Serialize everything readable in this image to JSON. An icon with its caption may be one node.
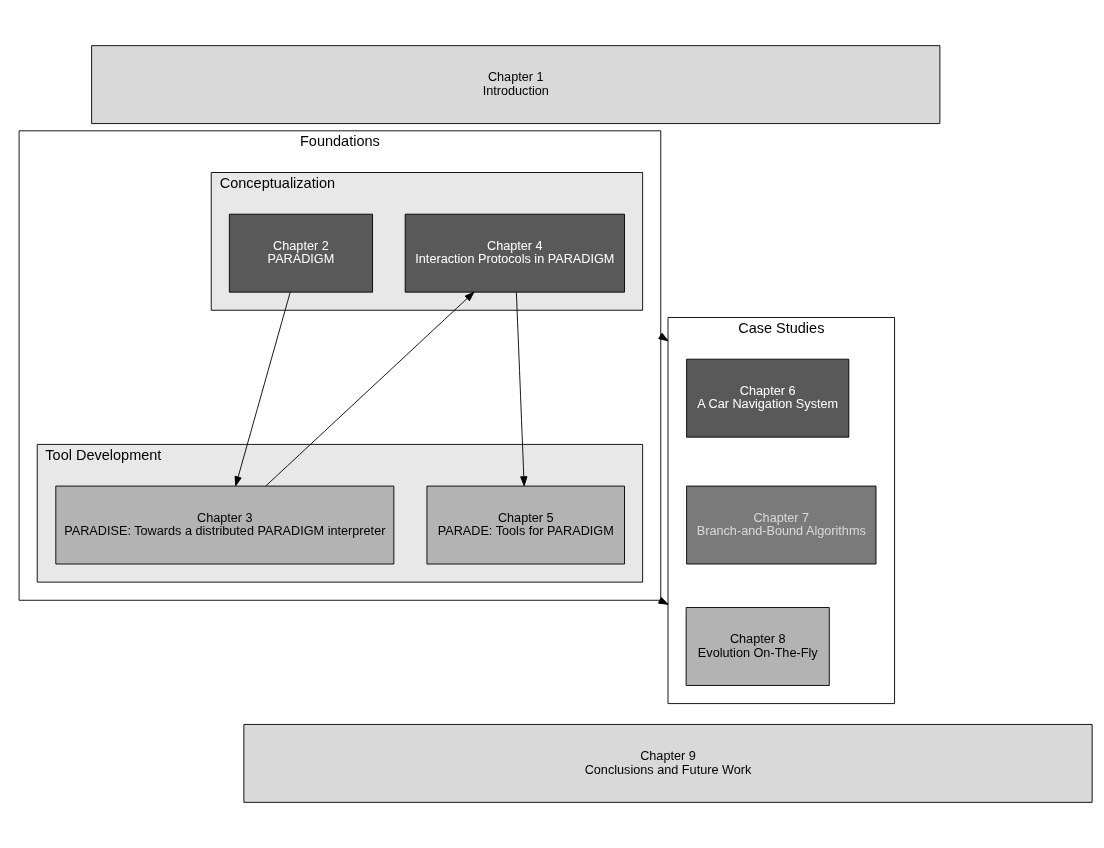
{
  "diagram": {
    "nodes": [
      {
        "text": [
          "Chapter 1",
          "Introduction"
        ]
      },
      {
        "text": [
          "Foundations"
        ]
      },
      {
        "text": [
          "Conceptualization"
        ],
        "in": 1
      },
      {
        "text": [
          "Chapter 2",
          "PARADIGM"
        ],
        "in": 2
      },
      {
        "text": [
          "Chapter 4",
          "Interaction Protocols in PARADIGM"
        ],
        "in": 2
      },
      {
        "text": [
          "Tool Development"
        ],
        "in": 1
      },
      {
        "text": [
          "Chapter 3",
          "PARADISE: Towards a distributed PARADIGM interpreter"
        ],
        "in": 5
      },
      {
        "text": [
          "Chapter 5",
          "PARADE: Tools for PARADIGM"
        ],
        "in": 5
      },
      {
        "text": [
          "Case Studies"
        ]
      },
      {
        "text": [
          "Chapter 6",
          "A Car Navigation System"
        ],
        "in": 8
      },
      {
        "text": [
          "Chapter 7",
          "Branch-and-Bound Algorithms"
        ],
        "in": 8
      },
      {
        "text": [
          "Chapter 8",
          "Evolution On-The-Fly"
        ],
        "in": 8
      },
      {
        "text": [
          "Chapter 9",
          "Conclusions and Future Work"
        ]
      }
    ],
    "edges": [
      {
        "from": 3,
        "to": 6,
        "arrow": "to"
      },
      {
        "from": 6,
        "to": 4,
        "arrow": "to"
      },
      {
        "from": 4,
        "to": 7,
        "arrow": "to"
      },
      {
        "from": 1,
        "to": 8,
        "arrow": "to"
      },
      {
        "from": 1,
        "to": 8,
        "arrow": "to"
      }
    ]
  }
}
